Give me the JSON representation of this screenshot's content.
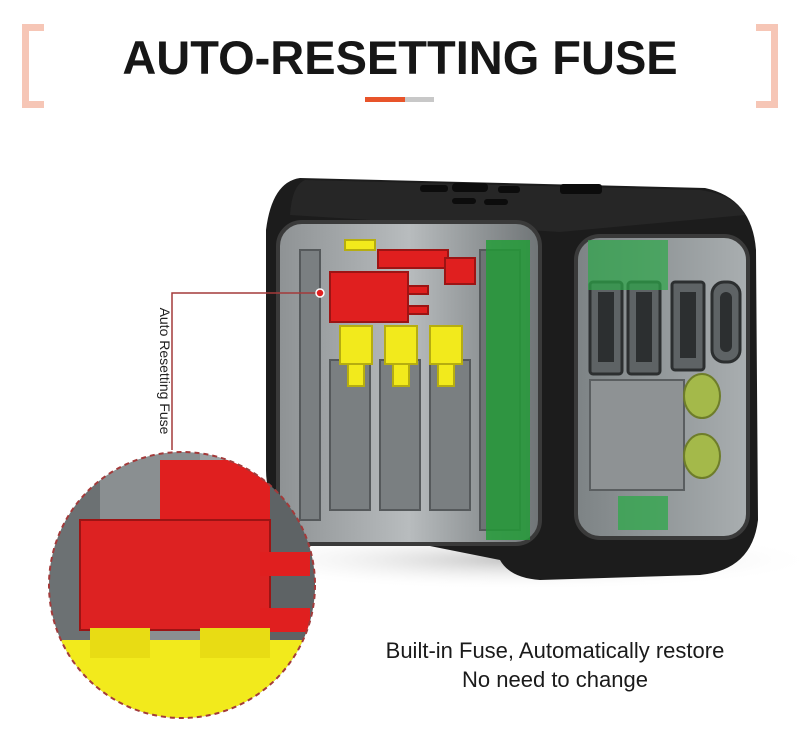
{
  "header": {
    "title": "AUTO-RESETTING FUSE"
  },
  "callout": {
    "label": "Auto Resetting Fuse"
  },
  "caption": {
    "line1": "Built-in Fuse, Automatically restore",
    "line2": "No need to change"
  },
  "colors": {
    "accent": "#e8542a",
    "underline_gray": "#c8c8c8",
    "bracket": "#f6c6b6",
    "fuse_red": "#e01f1f",
    "fuse_yellow": "#f2ea1c",
    "housing": "#1c1c1c",
    "callout_line": "#a33a3a"
  }
}
